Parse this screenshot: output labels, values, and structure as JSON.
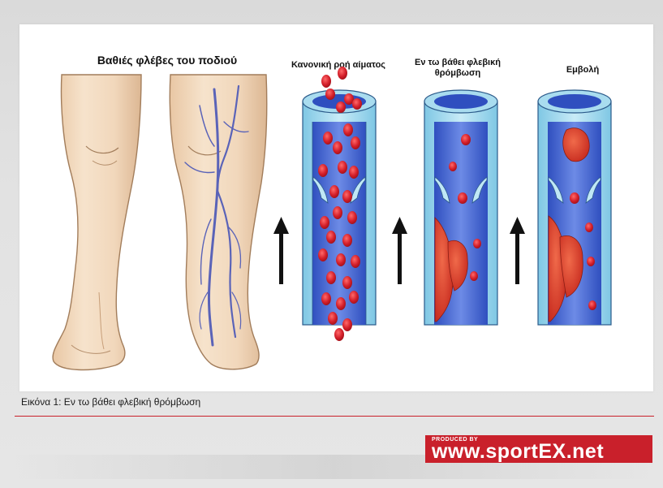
{
  "labels": {
    "legs_title": "Βαθιές φλέβες του ποδιού",
    "normal_flow": "Κανονική ροή αίματος",
    "dvt_line1": "Εν τω βάθει φλεβική",
    "dvt_line2": "θρόμβωση",
    "embolism": "Εμβολή"
  },
  "caption": "Εικόνα 1: Εν τω βάθει φλεβική θρόμβωση",
  "logo": {
    "produced_by": "PRODUCED BY",
    "url": "www.sportEX.net"
  },
  "colors": {
    "accent_red": "#c9202b",
    "blood_cell": "#d41f2a",
    "vessel_blue": "#4f6fd6",
    "vessel_wall": "#a9dcef",
    "skin": "#f1d7bb",
    "vein": "#5a63b8"
  },
  "icons": [
    "up-arrow-icon",
    "up-arrow-icon",
    "up-arrow-icon"
  ]
}
